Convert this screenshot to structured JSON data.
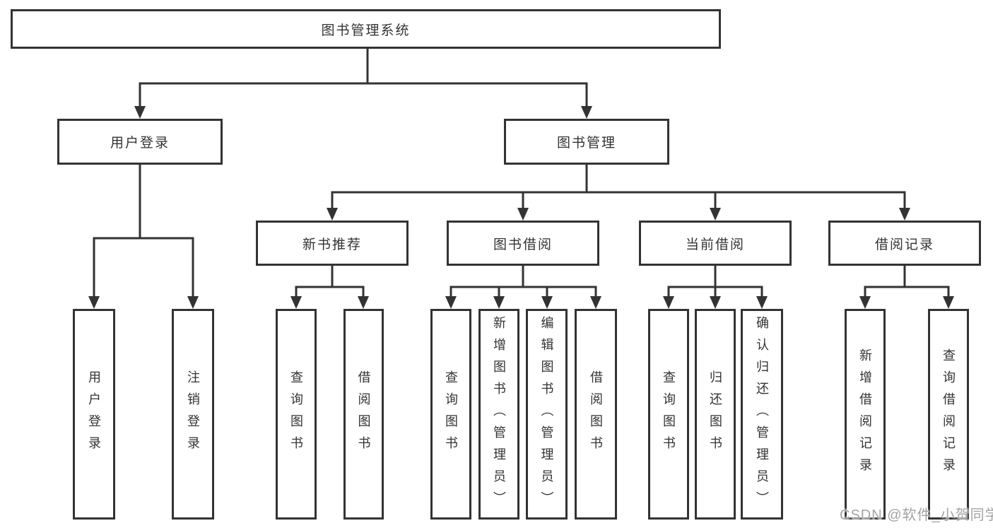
{
  "diagram": {
    "root": {
      "label": "图书管理系统"
    },
    "branches": {
      "user_login": {
        "label": "用户登录",
        "leaves": [
          {
            "label": "用户登录"
          },
          {
            "label": "注销登录"
          }
        ]
      },
      "book_mgmt": {
        "label": "图书管理"
      }
    },
    "groups": [
      {
        "label": "新书推荐",
        "leaves": [
          {
            "label": "查询图书"
          },
          {
            "label": "借阅图书"
          }
        ]
      },
      {
        "label": "图书借阅",
        "leaves": [
          {
            "label": "查询图书"
          },
          {
            "label": "新增图书（管理员）"
          },
          {
            "label": "编辑图书（管理员）"
          },
          {
            "label": "借阅图书"
          }
        ]
      },
      {
        "label": "当前借阅",
        "leaves": [
          {
            "label": "查询图书"
          },
          {
            "label": "归还图书"
          },
          {
            "label": "确认归还（管理员）"
          }
        ]
      },
      {
        "label": "借阅记录",
        "leaves": [
          {
            "label": "新增借阅记录"
          },
          {
            "label": "查询借阅记录"
          }
        ]
      }
    ],
    "watermark": "CSDN @软件_小贺同学"
  },
  "colors": {
    "line": "#333333",
    "text": "#333333",
    "background": "#ffffff",
    "watermark": "#a3a3a3"
  }
}
